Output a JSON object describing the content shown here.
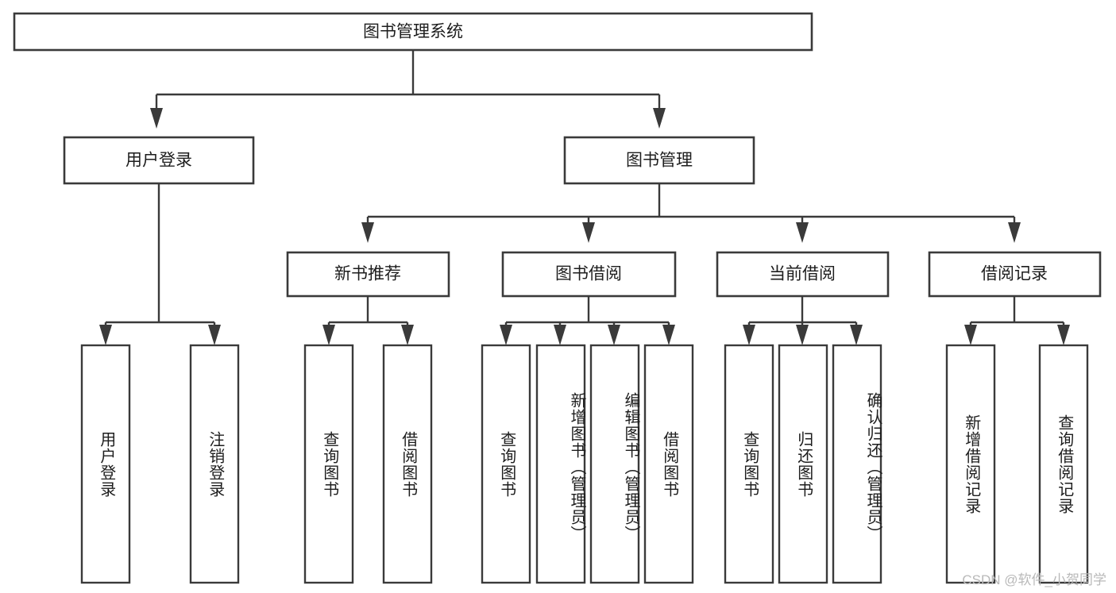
{
  "diagram": {
    "title": "图书管理系统",
    "type": "tree-hierarchy",
    "watermark": "CSDN @软件_小贺同学",
    "colors": {
      "background": "#ffffff",
      "stroke": "#3a3a3a",
      "text": "#1d1d1d",
      "watermark": "#b9b9b9"
    },
    "root": {
      "label": "图书管理系统"
    },
    "level2": [
      {
        "label": "用户登录"
      },
      {
        "label": "图书管理"
      }
    ],
    "level3": [
      {
        "label": "新书推荐"
      },
      {
        "label": "图书借阅"
      },
      {
        "label": "当前借阅"
      },
      {
        "label": "借阅记录"
      }
    ],
    "leaves": {
      "user_login": [
        {
          "label": "用户登录"
        },
        {
          "label": "注销登录"
        }
      ],
      "new_book_recommend": [
        {
          "label": "查询图书"
        },
        {
          "label": "借阅图书"
        }
      ],
      "book_borrow": [
        {
          "label": "查询图书"
        },
        {
          "label": "新增图书（管理员）"
        },
        {
          "label": "编辑图书（管理员）"
        },
        {
          "label": "借阅图书"
        }
      ],
      "current_borrow": [
        {
          "label": "查询图书"
        },
        {
          "label": "归还图书"
        },
        {
          "label": "确认归还（管理员）"
        }
      ],
      "borrow_record": [
        {
          "label": "新增借阅记录"
        },
        {
          "label": "查询借阅记录"
        }
      ]
    }
  }
}
